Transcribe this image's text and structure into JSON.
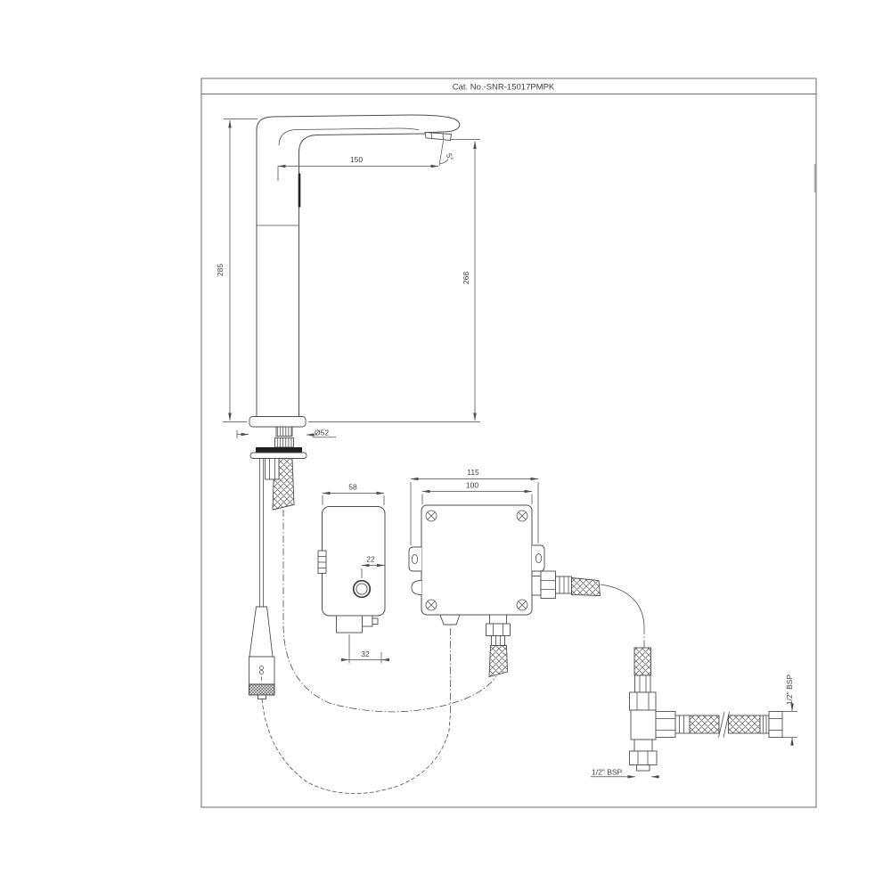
{
  "title_block": {
    "title": "Cat. No.-SNR-15017PMPK"
  },
  "dims": {
    "spout_reach": "150",
    "spout_angle": "5°",
    "overall_height": "285",
    "spout_height": "268",
    "base_dia": "Ø52",
    "ctrl_width": "58",
    "btn_offset": "22",
    "ctrl_outlet": "32",
    "box_overall": "115",
    "box_width": "100",
    "bsp_bottom": "1/2\" BSP",
    "bsp_side": "1/2\" BSP"
  },
  "colors": {
    "line": "#4d4d4d",
    "text": "#3f3f3f",
    "gasket": "#1f1f1f",
    "background": "#ffffff"
  }
}
